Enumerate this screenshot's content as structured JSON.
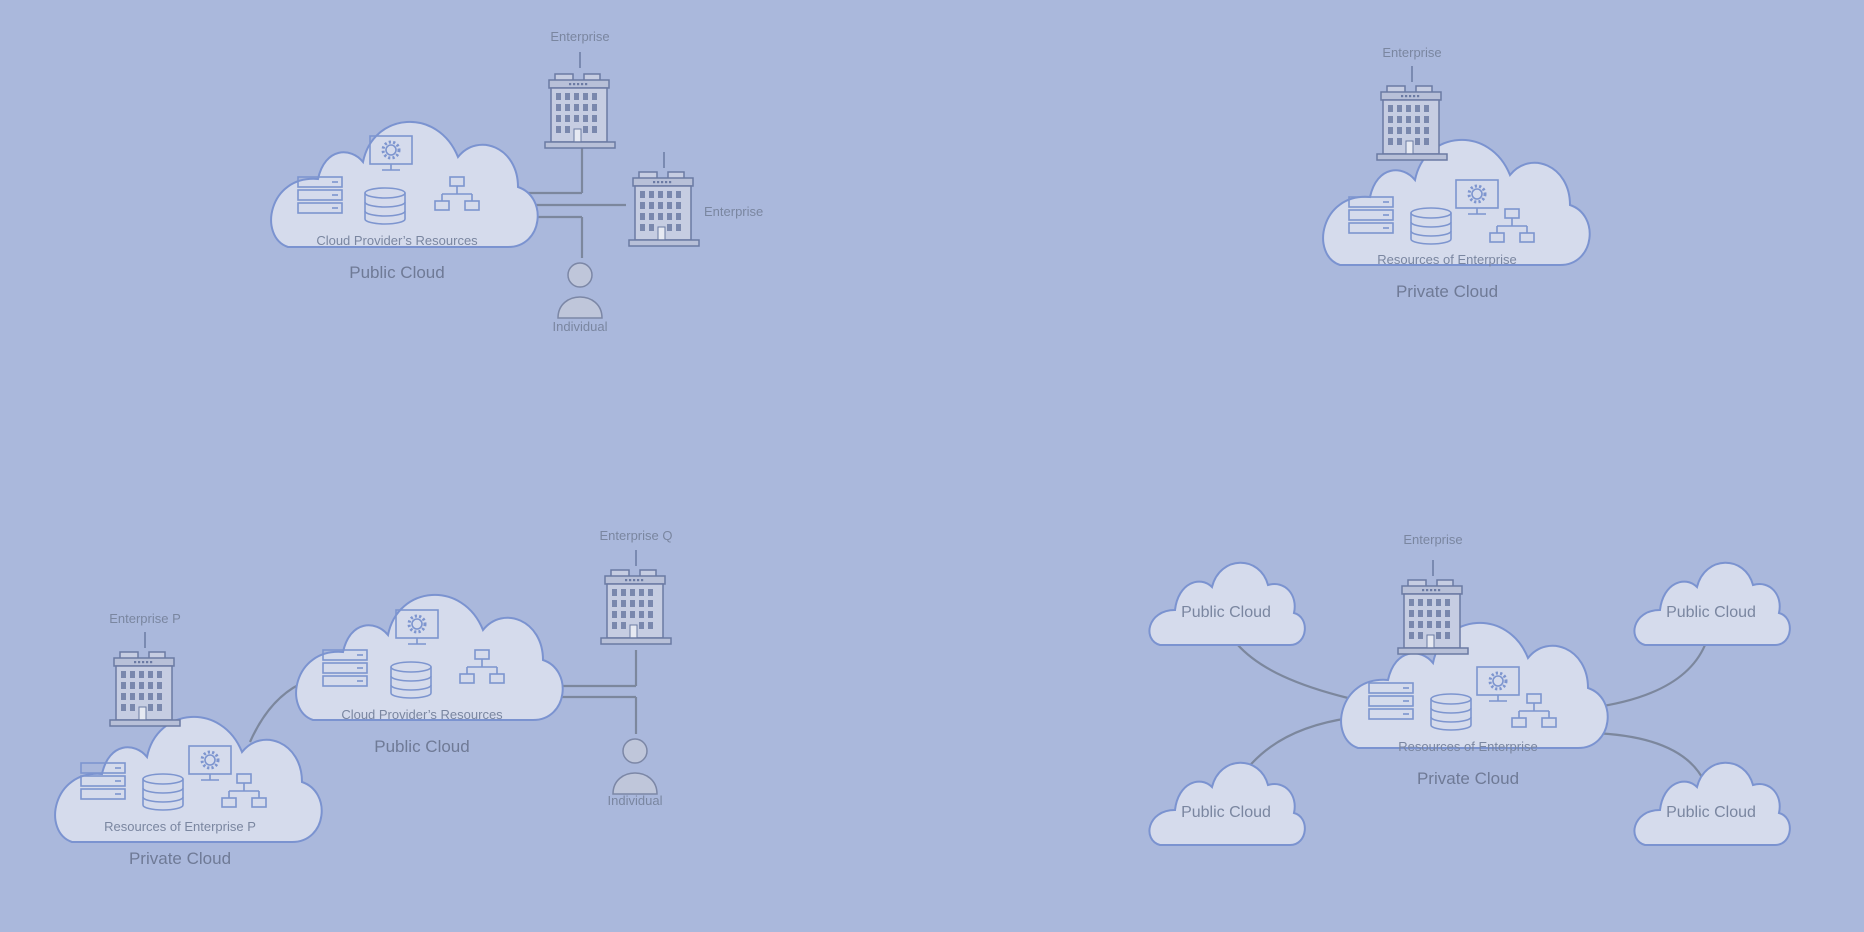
{
  "colors": {
    "background": "#aab8dc",
    "cloud_fill": "#d5dbec",
    "cloud_stroke": "#7b93d0",
    "connector": "#7c879d",
    "text": "#7a86a0"
  },
  "public_cloud_panel": {
    "enterprise_top": "Enterprise",
    "enterprise_right": "Enterprise",
    "individual": "Individual",
    "resources": "Cloud Provider’s Resources",
    "cloud_label": "Public Cloud"
  },
  "private_cloud_panel": {
    "enterprise": "Enterprise",
    "resources": "Resources of Enterprise",
    "cloud_label": "Private Cloud"
  },
  "hybrid_cloud_panel": {
    "enterprise_p": "Enterprise P",
    "private_resources": "Resources of Enterprise P",
    "private_label": "Private Cloud",
    "public_resources": "Cloud Provider’s Resources",
    "public_label": "Public Cloud",
    "enterprise_q": "Enterprise Q",
    "individual": "Individual"
  },
  "multi_cloud_panel": {
    "enterprise": "Enterprise",
    "resources": "Resources of Enterprise",
    "private_label": "Private Cloud",
    "public_clouds": [
      "Public Cloud",
      "Public Cloud",
      "Public Cloud",
      "Public Cloud"
    ]
  }
}
